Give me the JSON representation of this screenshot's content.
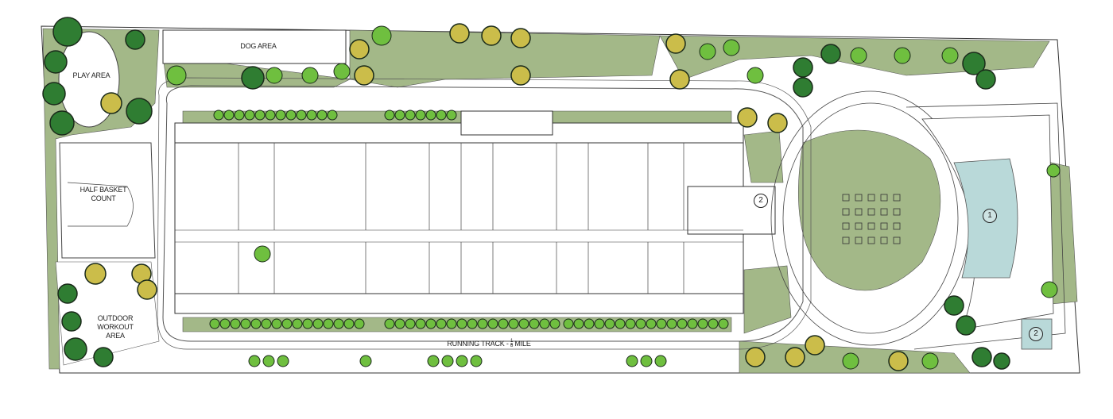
{
  "labels": {
    "dog_area": "DOG AREA",
    "play_area": "PLAY AREA",
    "basketball_line1": "HALF BASKET",
    "basketball_line2": "COUNT",
    "workout_line1": "OUTDOOR",
    "workout_line2": "WORKOUT",
    "workout_line3": "AREA",
    "running_track": "RUNNING TRACK - ",
    "running_track_fraction_num": "1",
    "running_track_fraction_den": "8",
    "running_track_unit": " MILE"
  },
  "keys": {
    "pool": "1",
    "spa": "2",
    "building_entry": "2"
  },
  "colors": {
    "lawn": "#a3b888",
    "tree_dark": "#2f7d32",
    "tree_yellow": "#cbbd4a",
    "tree_light": "#6fbf3f",
    "pool": "#b9d9d9"
  }
}
